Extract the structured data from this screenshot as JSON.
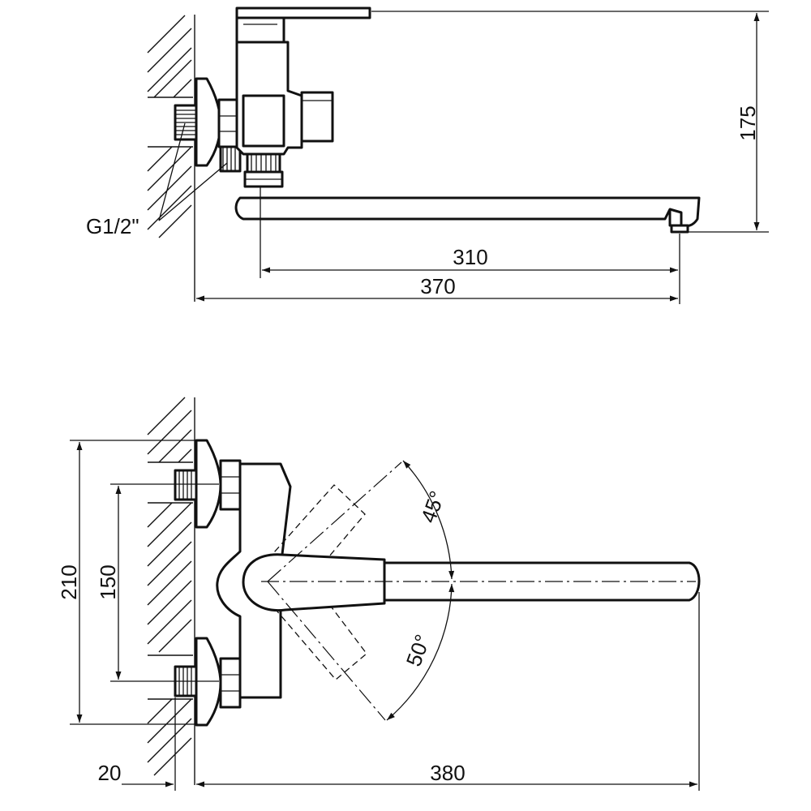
{
  "side_view": {
    "thread_label": "G1/2\"",
    "dim_height": "175",
    "dim_spout": "310",
    "dim_overall": "370"
  },
  "plan_view": {
    "dim_height_outer": "210",
    "dim_height_inner": "150",
    "angle_up": "45°",
    "angle_down": "50°",
    "dim_offset": "20",
    "dim_length": "380"
  },
  "colors": {
    "line": "#111111",
    "background": "#ffffff"
  }
}
